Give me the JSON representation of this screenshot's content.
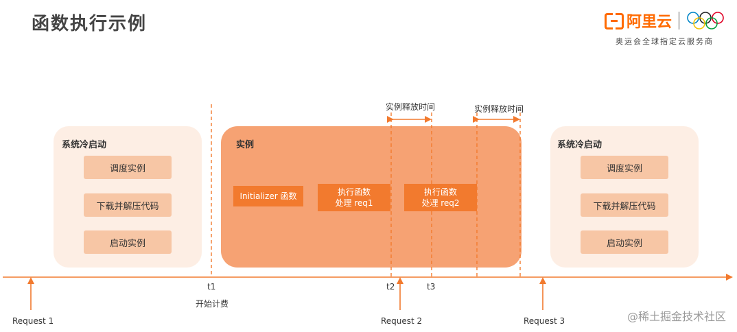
{
  "title": "函数执行示例",
  "brand": {
    "name": "阿里云",
    "subtitle": "奥运会全球指定云服务商",
    "logo_icon": "aliyun-logo-icon",
    "rings_icon": "olympic-rings-icon"
  },
  "colors": {
    "accent": "#f27a2e",
    "light_panel": "#fdeee4",
    "instance_panel": "#f6a273",
    "step_box": "#f7c6a5"
  },
  "cold_start_left": {
    "label": "系统冷启动",
    "steps": [
      "调度实例",
      "下载并解压代码",
      "启动实例"
    ]
  },
  "instance": {
    "label": "实例",
    "initializer": "Initializer 函数",
    "req1": "执行函数\n处理 req1",
    "req2": "执行函数\n处理 req2"
  },
  "cold_start_right": {
    "label": "系统冷启动",
    "steps": [
      "调度实例",
      "下载并解压代码",
      "启动实例"
    ]
  },
  "release": {
    "first": "实例释放时间",
    "second": "实例释放时间"
  },
  "timeline": {
    "t1": "t1",
    "billing": "开始计费",
    "t2": "t2",
    "t3": "t3"
  },
  "requests": {
    "r1": "Request 1",
    "r2": "Request 2",
    "r3": "Request 3"
  },
  "watermark": "@稀土掘金技术社区"
}
